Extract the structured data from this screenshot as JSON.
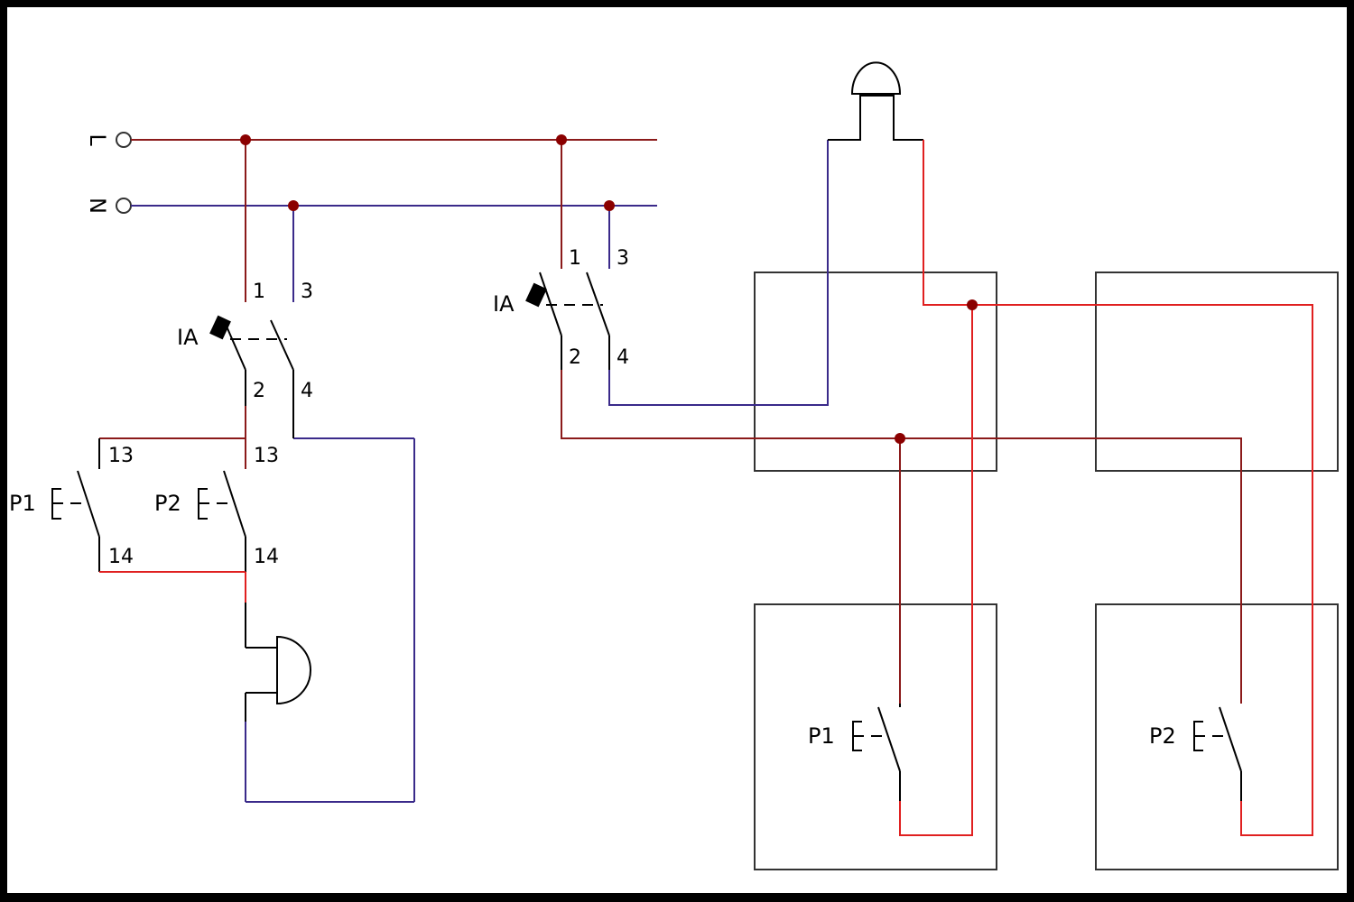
{
  "colors": {
    "phase": "#8b1a1a",
    "neutral": "#3a2a8a",
    "return": "#e02020",
    "ink": "#000000",
    "node": "#8b0000",
    "box": "#333333"
  },
  "supply": {
    "line_label": "L",
    "neutral_label": "N"
  },
  "left_circuit": {
    "breaker_label": "IA",
    "terminals": {
      "t1": "1",
      "t3": "3",
      "t2": "2",
      "t4": "4"
    },
    "pushbutton_1": {
      "label": "P1",
      "in": "13",
      "out": "14"
    },
    "pushbutton_2": {
      "label": "P2",
      "in": "13",
      "out": "14"
    }
  },
  "right_circuit": {
    "breaker_label": "IA",
    "terminals": {
      "t1": "1",
      "t3": "3",
      "t2": "2",
      "t4": "4"
    },
    "pushbutton_1": {
      "label": "P1"
    },
    "pushbutton_2": {
      "label": "P2"
    }
  }
}
